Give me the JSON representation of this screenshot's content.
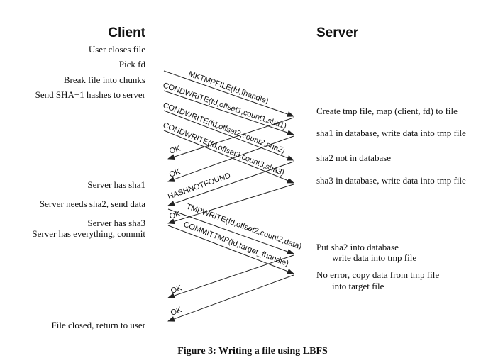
{
  "headers": {
    "client": "Client",
    "server": "Server"
  },
  "client_notes": [
    "User closes file",
    "Pick fd",
    "Break file into chunks",
    "Send SHA−1 hashes to server",
    "Server has sha1",
    "Server needs sha2, send data",
    "Server has sha3",
    "Server has everything, commit",
    "File closed, return to user"
  ],
  "server_notes": [
    "Create tmp file, map (client, fd) to file",
    "sha1 in database, write data into tmp file",
    "sha2 not in database",
    "sha3 in database, write data into tmp file",
    "Put sha2 into database",
    "write data into tmp file",
    "No error, copy data from tmp file",
    "into target file"
  ],
  "messages": [
    "MKTMPFILE(fd,fhandle)",
    "CONDWRITE(fd,offset1,count1,sha1)",
    "CONDWRITE(fd,offset2,count2,sha2)",
    "CONDWRITE(fd,offset3,count3,sha3)",
    "OK",
    "OK",
    "HASHNOTFOUND",
    "OK",
    "TMPWRITE(fd,offset2,count2,data)",
    "COMMITTMP(fd,target_fhandle)",
    "OK",
    "OK"
  ],
  "caption": "Figure 3: Writing a file using LBFS"
}
